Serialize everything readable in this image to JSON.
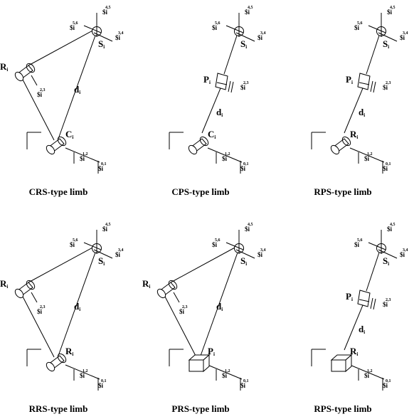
{
  "figure": {
    "panels": [
      {
        "caption": "CRS-type limb",
        "lower_joint": "C",
        "middle_joint": "R",
        "link": "d",
        "upper_joint": "S",
        "has_rod_prismatic": false,
        "lower_is_cube": false
      },
      {
        "caption": "CPS-type limb",
        "lower_joint": "C",
        "middle_joint": "P",
        "link": "d",
        "upper_joint": "S",
        "has_rod_prismatic": true,
        "lower_is_cube": false
      },
      {
        "caption": "RPS-type limb",
        "lower_joint": "R",
        "middle_joint": "P",
        "link": "d",
        "upper_joint": "S",
        "has_rod_prismatic": true,
        "lower_is_cube": false
      },
      {
        "caption": "RRS-type limb",
        "lower_joint": "R",
        "middle_joint": "R",
        "link": "d",
        "upper_joint": "S",
        "has_rod_prismatic": false,
        "lower_is_cube": false
      },
      {
        "caption": "PRS-type limb",
        "lower_joint": "P",
        "middle_joint": "R",
        "link": "d",
        "upper_joint": "S",
        "has_rod_prismatic": false,
        "lower_is_cube": true
      },
      {
        "caption": "RPS-type limb",
        "lower_joint": "R",
        "middle_joint": "P",
        "link": "d",
        "upper_joint": "S",
        "has_rod_prismatic": true,
        "lower_is_cube": true
      }
    ],
    "index_subscript": "i",
    "twist_labels": {
      "s45": {
        "top": "4,5",
        "bottom": "$i"
      },
      "s56": {
        "top": "5,6",
        "bottom": "$i"
      },
      "s34": {
        "top": "3,4",
        "bottom": "$i"
      },
      "s23": {
        "top": "2,3",
        "bottom": "$i"
      },
      "s12": {
        "top": "1,2",
        "bottom": "$i"
      },
      "s01": {
        "top": "0,1",
        "bottom": "$i"
      }
    }
  }
}
